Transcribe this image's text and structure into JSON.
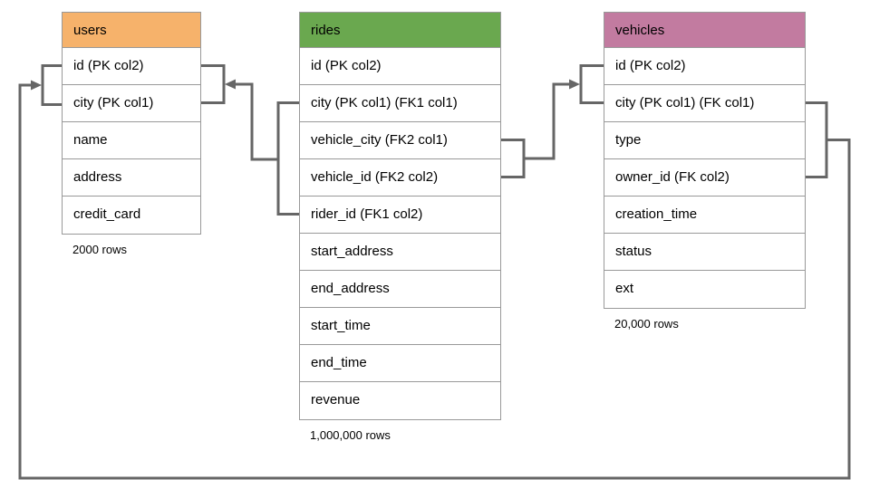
{
  "diagram": {
    "line_color": "#666666",
    "border_color": "#999999",
    "tables": [
      {
        "name": "users",
        "header_color": "#F6B26B",
        "columns": [
          "id (PK col2)",
          "city (PK col1)",
          "name",
          "address",
          "credit_card"
        ],
        "row_count_label": "2000 rows"
      },
      {
        "name": "rides",
        "header_color": "#6AA84F",
        "columns": [
          "id (PK col2)",
          "city (PK col1) (FK1 col1)",
          "vehicle_city (FK2 col1)",
          "vehicle_id (FK2 col2)",
          "rider_id (FK1 col2)",
          "start_address",
          "end_address",
          "start_time",
          "end_time",
          "revenue"
        ],
        "row_count_label": "1,000,000 rows"
      },
      {
        "name": "vehicles",
        "header_color": "#C27BA0",
        "columns": [
          "id (PK col2)",
          "city (PK col1) (FK col1)",
          "type",
          "owner_id (FK col2)",
          "creation_time",
          "status",
          "ext"
        ],
        "row_count_label": "20,000 rows"
      }
    ],
    "relationships": [
      {
        "label": "FK1",
        "from": "rides (city, rider_id)",
        "to": "users (id, city)"
      },
      {
        "label": "FK2",
        "from": "rides (vehicle_city, vehicle_id)",
        "to": "vehicles (id, city)"
      },
      {
        "label": "FK",
        "from": "vehicles (city, owner_id)",
        "to": "users (id, city)"
      }
    ]
  }
}
